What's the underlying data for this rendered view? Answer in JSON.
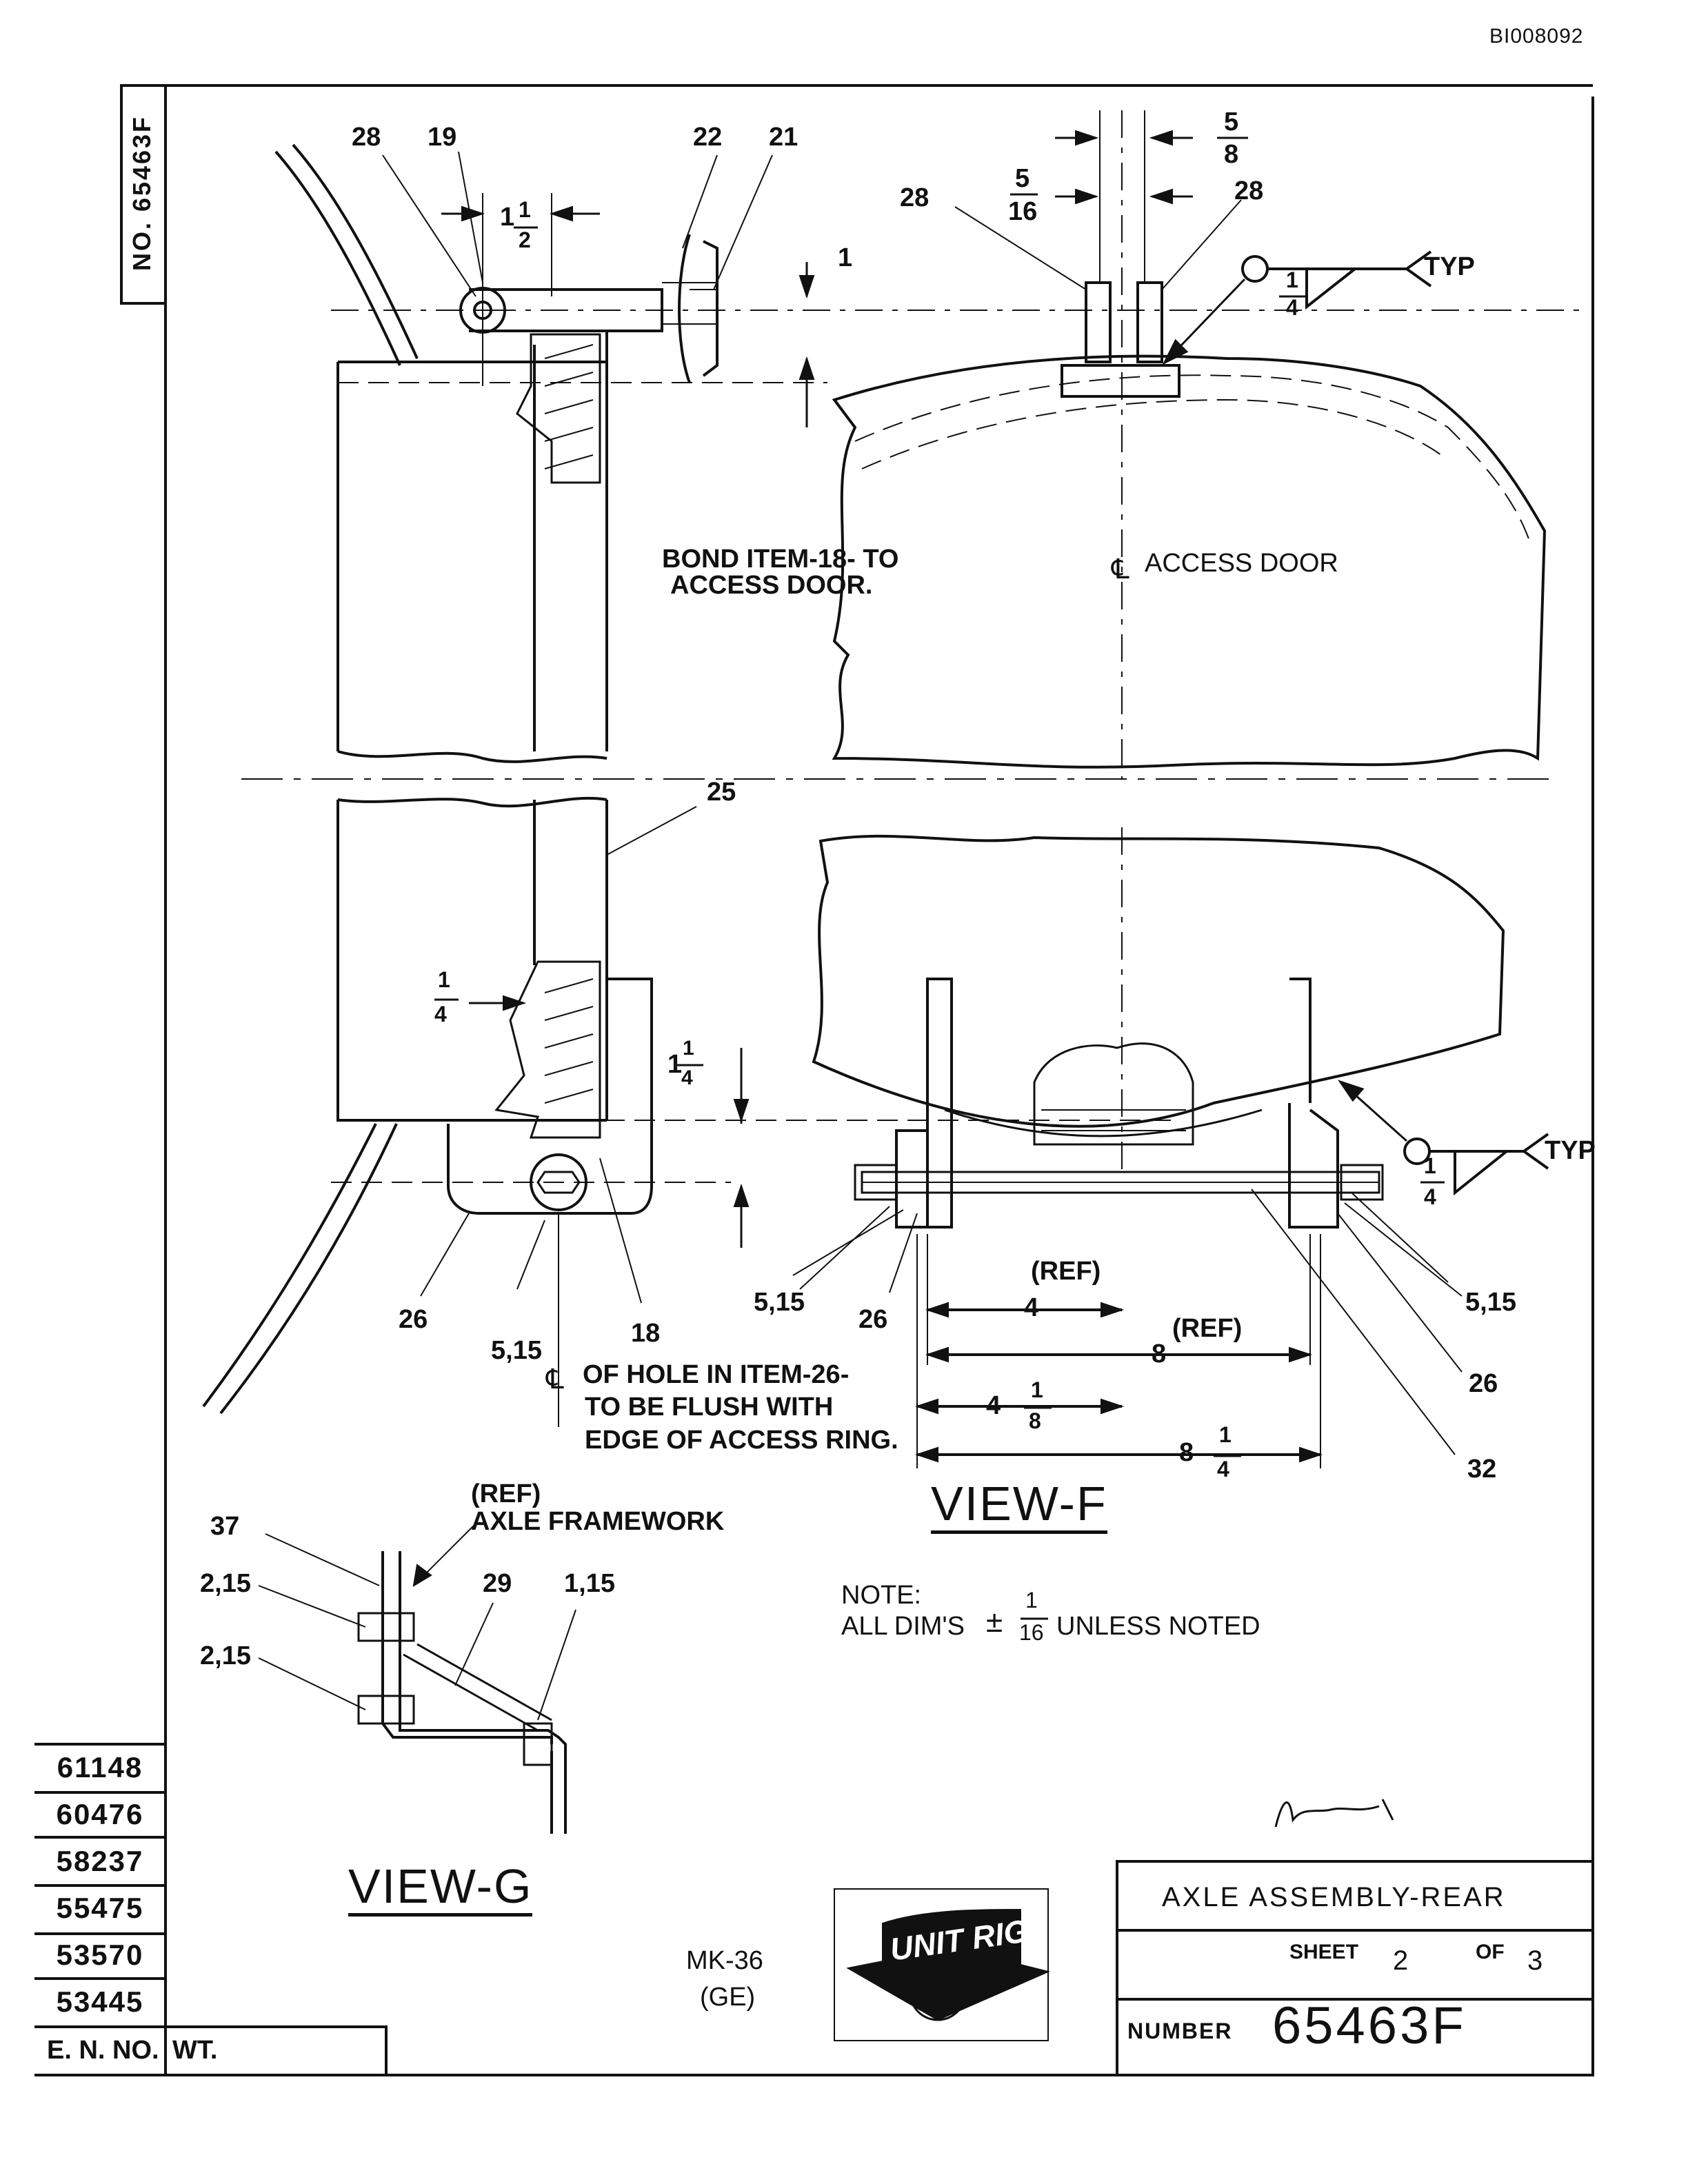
{
  "doc_id": "BI008092",
  "drawing_no_vertical": "NO. 65463F",
  "item_numbers": {
    "v28a": "28",
    "v19": "19",
    "v22": "22",
    "v21": "21",
    "v28b": "28",
    "v28c": "28",
    "v25": "25",
    "v26a": "26",
    "v515a": "5,15",
    "v18": "18",
    "v515b": "5,15",
    "v26b": "26",
    "v515c": "5,15",
    "v26c": "26",
    "v32": "32",
    "v37": "37",
    "v215a": "2,15",
    "v215b": "2,15",
    "v29": "29",
    "v115": "1,15"
  },
  "dimensions": {
    "five": "5",
    "eight": "8",
    "sixteen": "16",
    "one": "1",
    "two": "2",
    "four": "4",
    "one_b": "1",
    "four_b": "4",
    "one_c": "1",
    "four_c": "4",
    "one_d": "1",
    "four_d": "4",
    "one_e": "1",
    "eight_b": "8",
    "one_f": "1",
    "four_e": "4",
    "dim_4": "4",
    "dim_8": "8",
    "dim_4b": "4",
    "dim_8b": "8",
    "ref1": "(REF)",
    "ref2": "(REF)",
    "typ1": "TYP",
    "typ2": "TYP"
  },
  "notes": {
    "bond_line1": "BOND ITEM-18- TO",
    "bond_line2": "ACCESS DOOR.",
    "access_door": "ACCESS DOOR",
    "hole_line1": "OF HOLE IN ITEM-26-",
    "hole_line2": "TO BE FLUSH WITH",
    "hole_line3": "EDGE OF ACCESS RING.",
    "ref_label": "(REF)",
    "axle_framework": "AXLE FRAMEWORK",
    "note_title": "NOTE:",
    "note_body_a": "ALL DIM'S",
    "note_body_b": "UNLESS NOTED",
    "note_pm": "±",
    "note_num": "1",
    "note_den": "16"
  },
  "view_labels": {
    "view_f": "VIEW-F",
    "view_g": "VIEW-G"
  },
  "eng_numbers": [
    "61148",
    "60476",
    "58237",
    "55475",
    "53570",
    "53445"
  ],
  "footer": {
    "eno_label": "E. N. NO.",
    "wt_label": "WT."
  },
  "model": {
    "line1": "MK-36",
    "line2": "(GE)"
  },
  "logo_text": "UNIT RIG",
  "title_block": {
    "title": "AXLE ASSEMBLY-REAR",
    "sheet_label": "SHEET",
    "sheet_num": "2",
    "of_label": "OF",
    "sheet_total": "3",
    "number_label": "NUMBER",
    "number": "65463F"
  },
  "colors": {
    "ink": "#111111",
    "paper": "#ffffff"
  }
}
